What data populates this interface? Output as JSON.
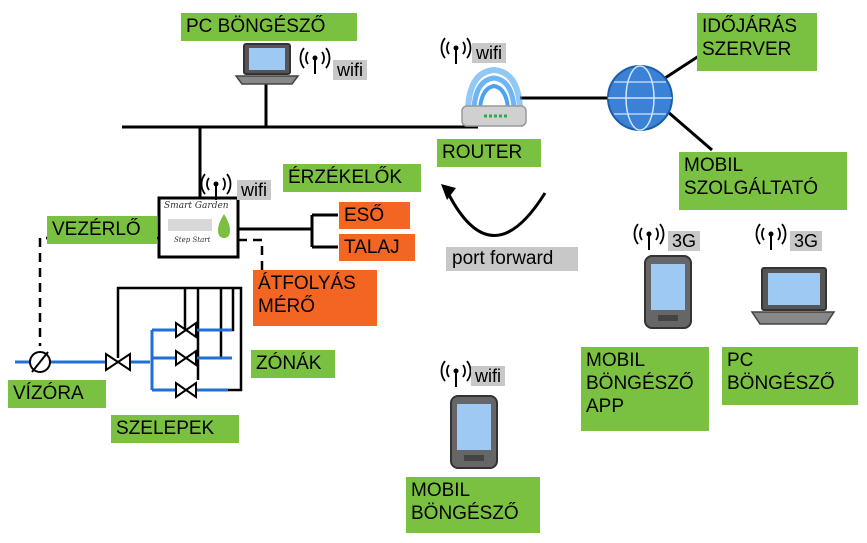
{
  "labels": {
    "pc_browser_top": "PC BÖNGÉSZŐ",
    "weather_server": "IDŐJÁRÁS\nSZERVER",
    "router": "ROUTER",
    "mobile_provider": "MOBIL\nSZOLGÁLTATÓ",
    "sensors": "ÉRZÉKELŐK",
    "controller": "VEZÉRLŐ",
    "rain": "ESŐ",
    "soil": "TALAJ",
    "flow_meter": "ÁTFOLYÁS\nMÉRŐ",
    "zones": "ZÓNÁK",
    "water_meter": "VÍZÓRA",
    "valves": "SZELEPEK",
    "port_forward": "port forward",
    "mobile_browser_app": "MOBIL\nBÖNGÉSZŐ\nAPP",
    "pc_browser_right": "PC\nBÖNGÉSZŐ",
    "mobile_browser_bottom": "MOBIL\nBÖNGÉSZŐ"
  },
  "tags": {
    "wifi": "wifi",
    "g3": "3G"
  },
  "controller_box": {
    "brand": "Smart Garden",
    "sub": "Step Start"
  },
  "colors": {
    "green": "#7ac142",
    "orange": "#f26522",
    "grey": "#c8c8c8",
    "pipe_blue": "#1f6fd6"
  }
}
